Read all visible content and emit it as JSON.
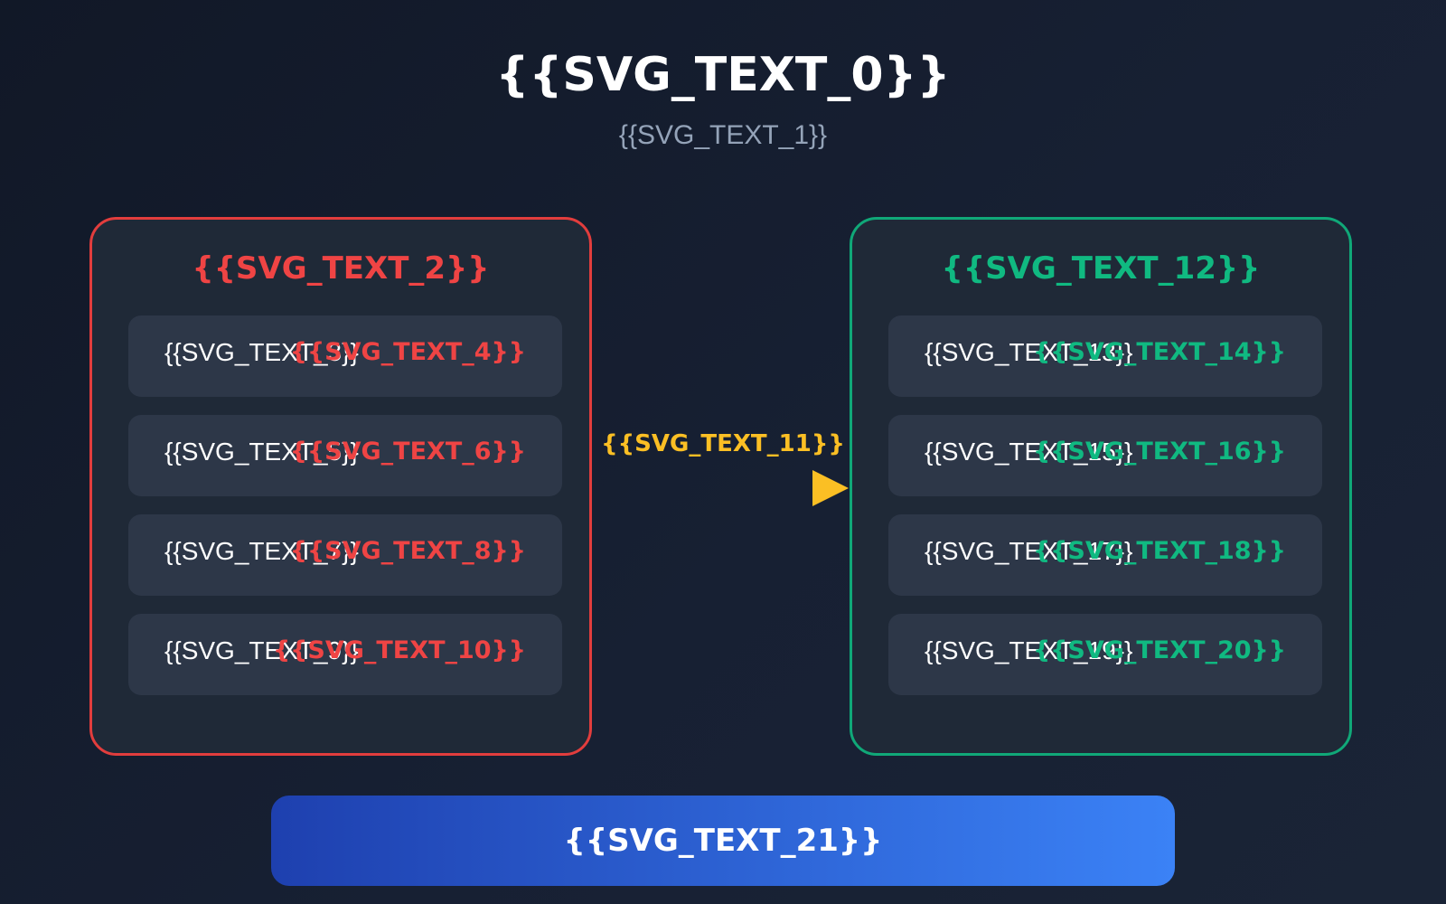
{
  "header": {
    "title": "{{SVG_TEXT_0}}",
    "subtitle": "{{SVG_TEXT_1}}"
  },
  "left_panel": {
    "title": "{{SVG_TEXT_2}}",
    "accent_color": "#ef4444",
    "rows": [
      {
        "label": "{{SVG_TEXT_3}}",
        "value": "{{SVG_TEXT_4}}"
      },
      {
        "label": "{{SVG_TEXT_5}}",
        "value": "{{SVG_TEXT_6}}"
      },
      {
        "label": "{{SVG_TEXT_7}}",
        "value": "{{SVG_TEXT_8}}"
      },
      {
        "label": "{{SVG_TEXT_9}}",
        "value": "{{SVG_TEXT_10}}"
      }
    ]
  },
  "connector": {
    "label": "{{SVG_TEXT_11}}",
    "color": "#fbbf24"
  },
  "right_panel": {
    "title": "{{SVG_TEXT_12}}",
    "accent_color": "#10b981",
    "rows": [
      {
        "label": "{{SVG_TEXT_13}}",
        "value": "{{SVG_TEXT_14}}"
      },
      {
        "label": "{{SVG_TEXT_15}}",
        "value": "{{SVG_TEXT_16}}"
      },
      {
        "label": "{{SVG_TEXT_17}}",
        "value": "{{SVG_TEXT_18}}"
      },
      {
        "label": "{{SVG_TEXT_19}}",
        "value": "{{SVG_TEXT_20}}"
      }
    ]
  },
  "footer": {
    "label": "{{SVG_TEXT_21}}"
  }
}
